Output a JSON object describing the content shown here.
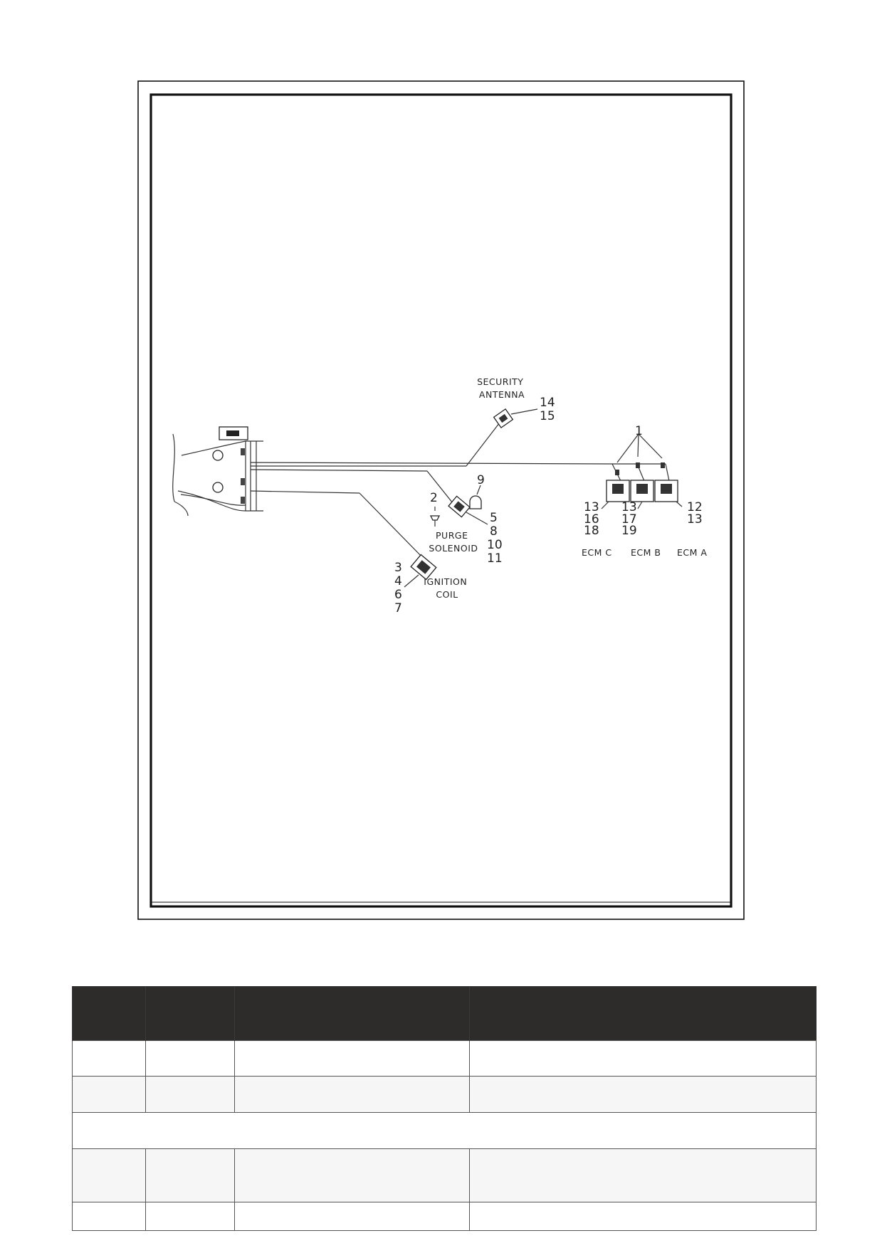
{
  "diagram": {
    "components": {
      "security_antenna": "SECURITY\nANTENNA",
      "purge_solenoid": "PURGE\nSOLENOID",
      "ignition_coil": "IGNITION\nCOIL",
      "ecm_c": "ECM C",
      "ecm_b": "ECM B",
      "ecm_a": "ECM A"
    },
    "callouts": {
      "antenna": [
        "14",
        "15"
      ],
      "ecm_top": "1",
      "item_2": "2",
      "item_9": "9",
      "solenoid": [
        "5",
        "8",
        "10",
        "11"
      ],
      "coil": [
        "3",
        "4",
        "6",
        "7"
      ],
      "ecm_c": [
        "13",
        "16",
        "18"
      ],
      "ecm_b": [
        "13",
        "17",
        "19"
      ],
      "ecm_a": [
        "12",
        "13"
      ]
    }
  },
  "table": {
    "header": [
      "",
      "",
      "",
      ""
    ],
    "rows": [
      {
        "type": "normal",
        "cells": [
          "",
          "",
          "",
          ""
        ]
      },
      {
        "type": "alt",
        "cells": [
          "",
          "",
          "",
          ""
        ]
      },
      {
        "type": "span",
        "cells": [
          ""
        ]
      },
      {
        "type": "alt-tall",
        "cells": [
          "",
          "",
          "",
          ""
        ]
      },
      {
        "type": "normal",
        "cells": [
          "",
          "",
          "",
          ""
        ]
      }
    ]
  }
}
